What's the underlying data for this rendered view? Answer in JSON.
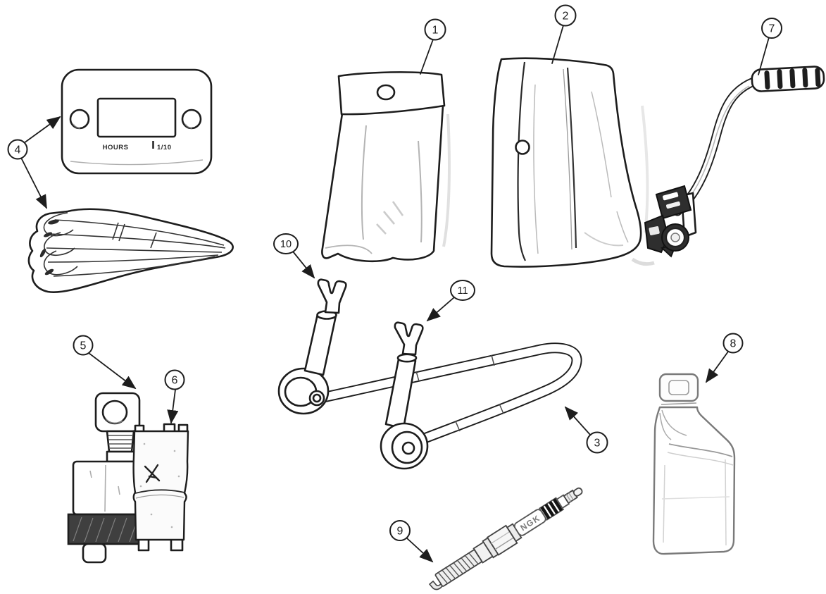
{
  "diagram": {
    "type": "exploded-parts-illustration",
    "subject": "motorcycle accessory kit parts diagram",
    "background_color": "#ffffff",
    "ink_color": "#1d1d1d"
  },
  "labels": {
    "hour_meter_unit_left": "HOURS",
    "hour_meter_unit_right": "1/10",
    "spark_plug_brand": "NGK"
  },
  "callouts": [
    {
      "number": "1",
      "part": "tool-pouch"
    },
    {
      "number": "2",
      "part": "storage-bag"
    },
    {
      "number": "3",
      "part": "paddock-stand-frame"
    },
    {
      "number": "4",
      "part": "hour-meter-with-wiring"
    },
    {
      "number": "5",
      "part": "spark-plug-tool"
    },
    {
      "number": "6",
      "part": "castle-nut-socket"
    },
    {
      "number": "7",
      "part": "kick-start-lever"
    },
    {
      "number": "8",
      "part": "oil-bottle"
    },
    {
      "number": "9",
      "part": "spark-plug"
    },
    {
      "number": "10",
      "part": "stand-support-fork-left"
    },
    {
      "number": "11",
      "part": "stand-support-fork-right"
    }
  ]
}
